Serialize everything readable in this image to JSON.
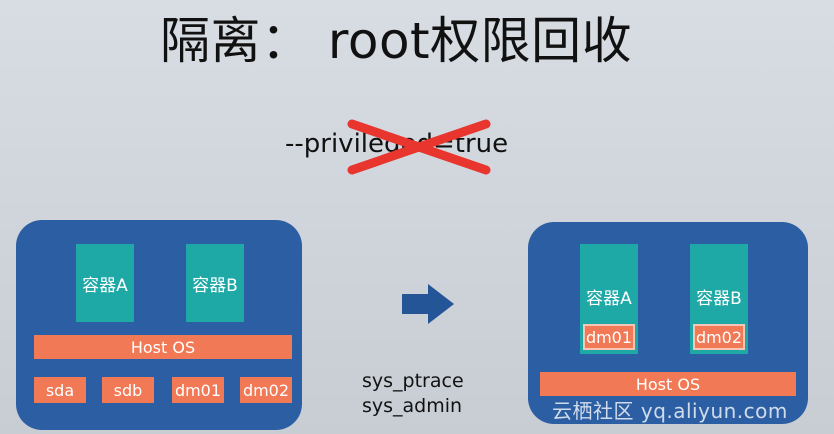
{
  "title": "隔离： root权限回收",
  "flag": "--privileged=true",
  "left": {
    "containers": [
      "容器A",
      "容器B"
    ],
    "host_os": "Host OS",
    "disks": [
      "sda",
      "sdb",
      "dm01",
      "dm02"
    ]
  },
  "capabilities": [
    "sys_ptrace",
    "sys_admin"
  ],
  "right": {
    "containers": [
      "容器A",
      "容器B"
    ],
    "mapped_devices": [
      "dm01",
      "dm02"
    ],
    "host_os": "Host OS"
  },
  "watermark": "云栖社区 yq.aliyun.com",
  "icons": {
    "cross": "red-x-cross-icon",
    "arrow": "right-arrow-icon"
  },
  "colors": {
    "panel": "#2c5ea3",
    "container": "#1ea8a6",
    "orange": "#f27956",
    "cross": "#e8352e",
    "arrow": "#245597"
  }
}
